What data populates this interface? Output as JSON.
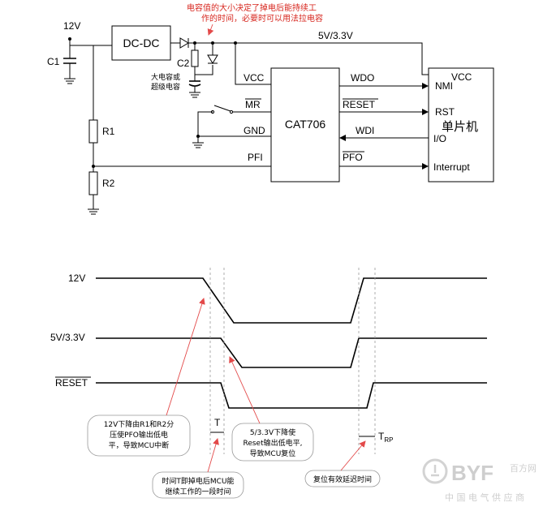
{
  "circuit": {
    "supply_label": "12V",
    "rail_label": "5V/3.3V",
    "dcdc_label": "DC-DC",
    "c1_label": "C1",
    "c2_label": "C2",
    "r1_label": "R1",
    "r2_label": "R2",
    "cap_note_line1": "电容值的大小决定了掉电后能持续工",
    "cap_note_line2": "作的时间，必要时可以用法拉电容",
    "bigcap_line1": "大电容或",
    "bigcap_line2": "超级电容",
    "supervisor": {
      "name": "CAT706",
      "pins": {
        "vcc": "VCC",
        "mr": "MR",
        "gnd": "GND",
        "pfi": "PFI",
        "wdo": "WDO",
        "reset": "RESET",
        "wdi": "WDI",
        "pfo": "PFO"
      }
    },
    "mcu": {
      "name": "单片机",
      "pins": {
        "vcc": "VCC",
        "nmi": "NMI",
        "rst": "RST",
        "io": "I/O",
        "interrupt": "Interrupt"
      }
    }
  },
  "timing": {
    "signals": {
      "v12": "12V",
      "v5": "5V/3.3V",
      "reset": "RESET"
    },
    "t_label": "T",
    "trp_main": "T",
    "trp_sub": "RP",
    "note_pfo": [
      "12V下降由R1和R2分",
      "压使PFO输出低电",
      "平，导致MCU中断"
    ],
    "note_reset": [
      "5/3.3V下降使",
      "Reset输出低电平,",
      "导致MCU复位"
    ],
    "note_t": [
      "时间T即掉电后MCU能",
      "继续工作的一段时间"
    ],
    "note_trp": [
      "复位有效延迟时间"
    ]
  },
  "watermark": {
    "logo": "BYF",
    "logo_cn": "百方网",
    "tagline": "中 国 电 气 供 应 商"
  }
}
